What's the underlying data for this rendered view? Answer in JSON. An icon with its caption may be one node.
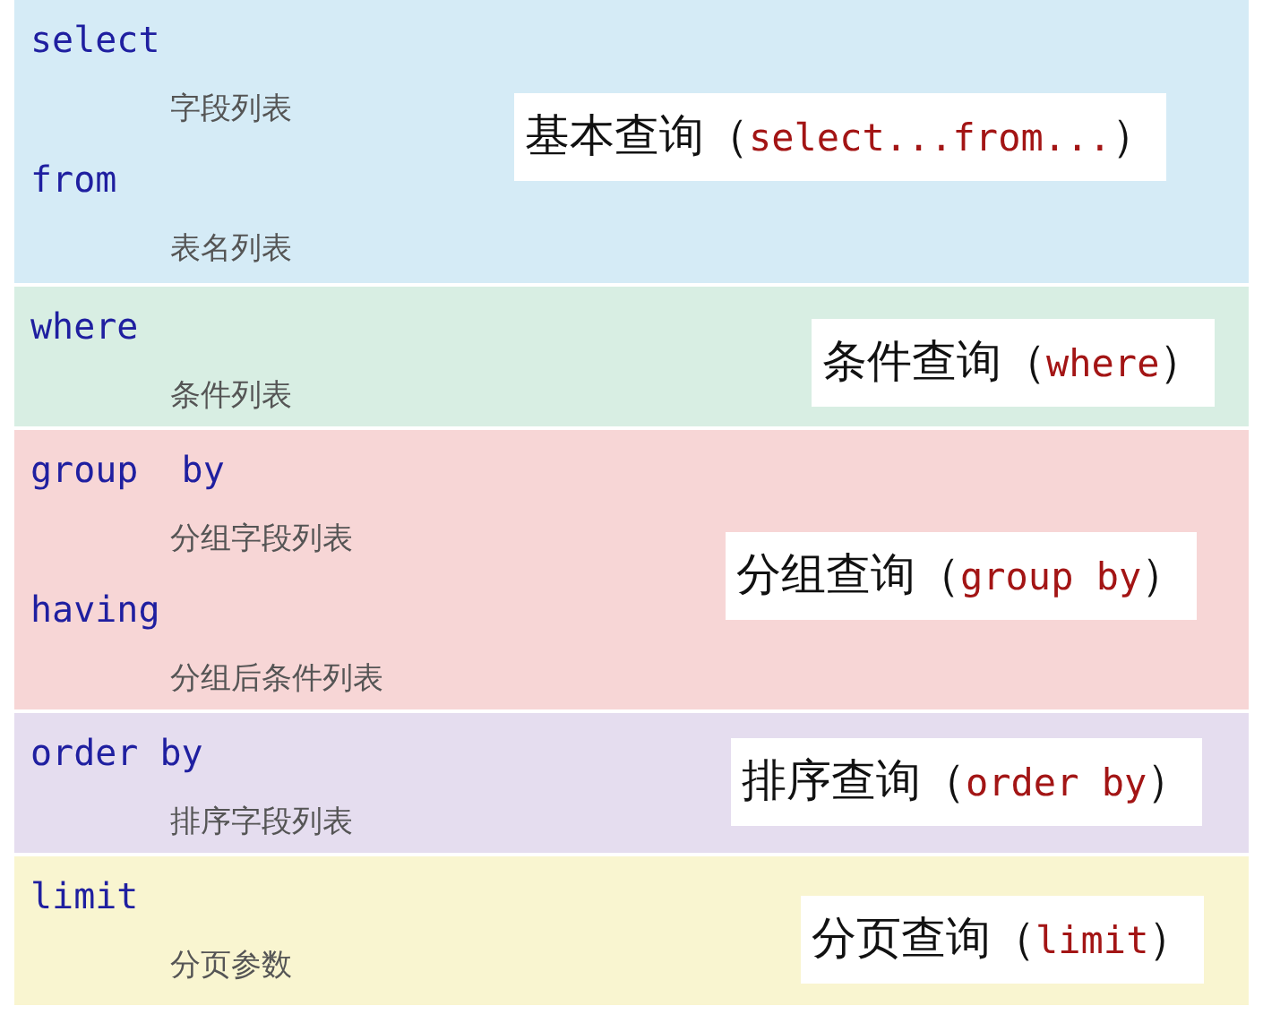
{
  "diagram": {
    "nodes": [
      {
        "text": [
          "select",
          "字段列表",
          "from",
          "表名列表"
        ]
      },
      {
        "text": [
          "基本查询（*select...from...*）"
        ],
        "in": 0
      },
      {
        "text": [
          "where",
          "条件列表"
        ]
      },
      {
        "text": [
          "条件查询（*where*）"
        ],
        "in": 2
      },
      {
        "text": [
          "group  by",
          "分组字段列表",
          "having",
          "分组后条件列表"
        ]
      },
      {
        "text": [
          "分组查询（*group by*）"
        ],
        "in": 4
      },
      {
        "text": [
          "order by",
          "排序字段列表"
        ]
      },
      {
        "text": [
          "排序查询（*order by*）"
        ],
        "in": 6
      },
      {
        "text": [
          "limit",
          "分页参数"
        ]
      },
      {
        "text": [
          "分页查询（*limit*）"
        ],
        "in": 8
      }
    ]
  }
}
